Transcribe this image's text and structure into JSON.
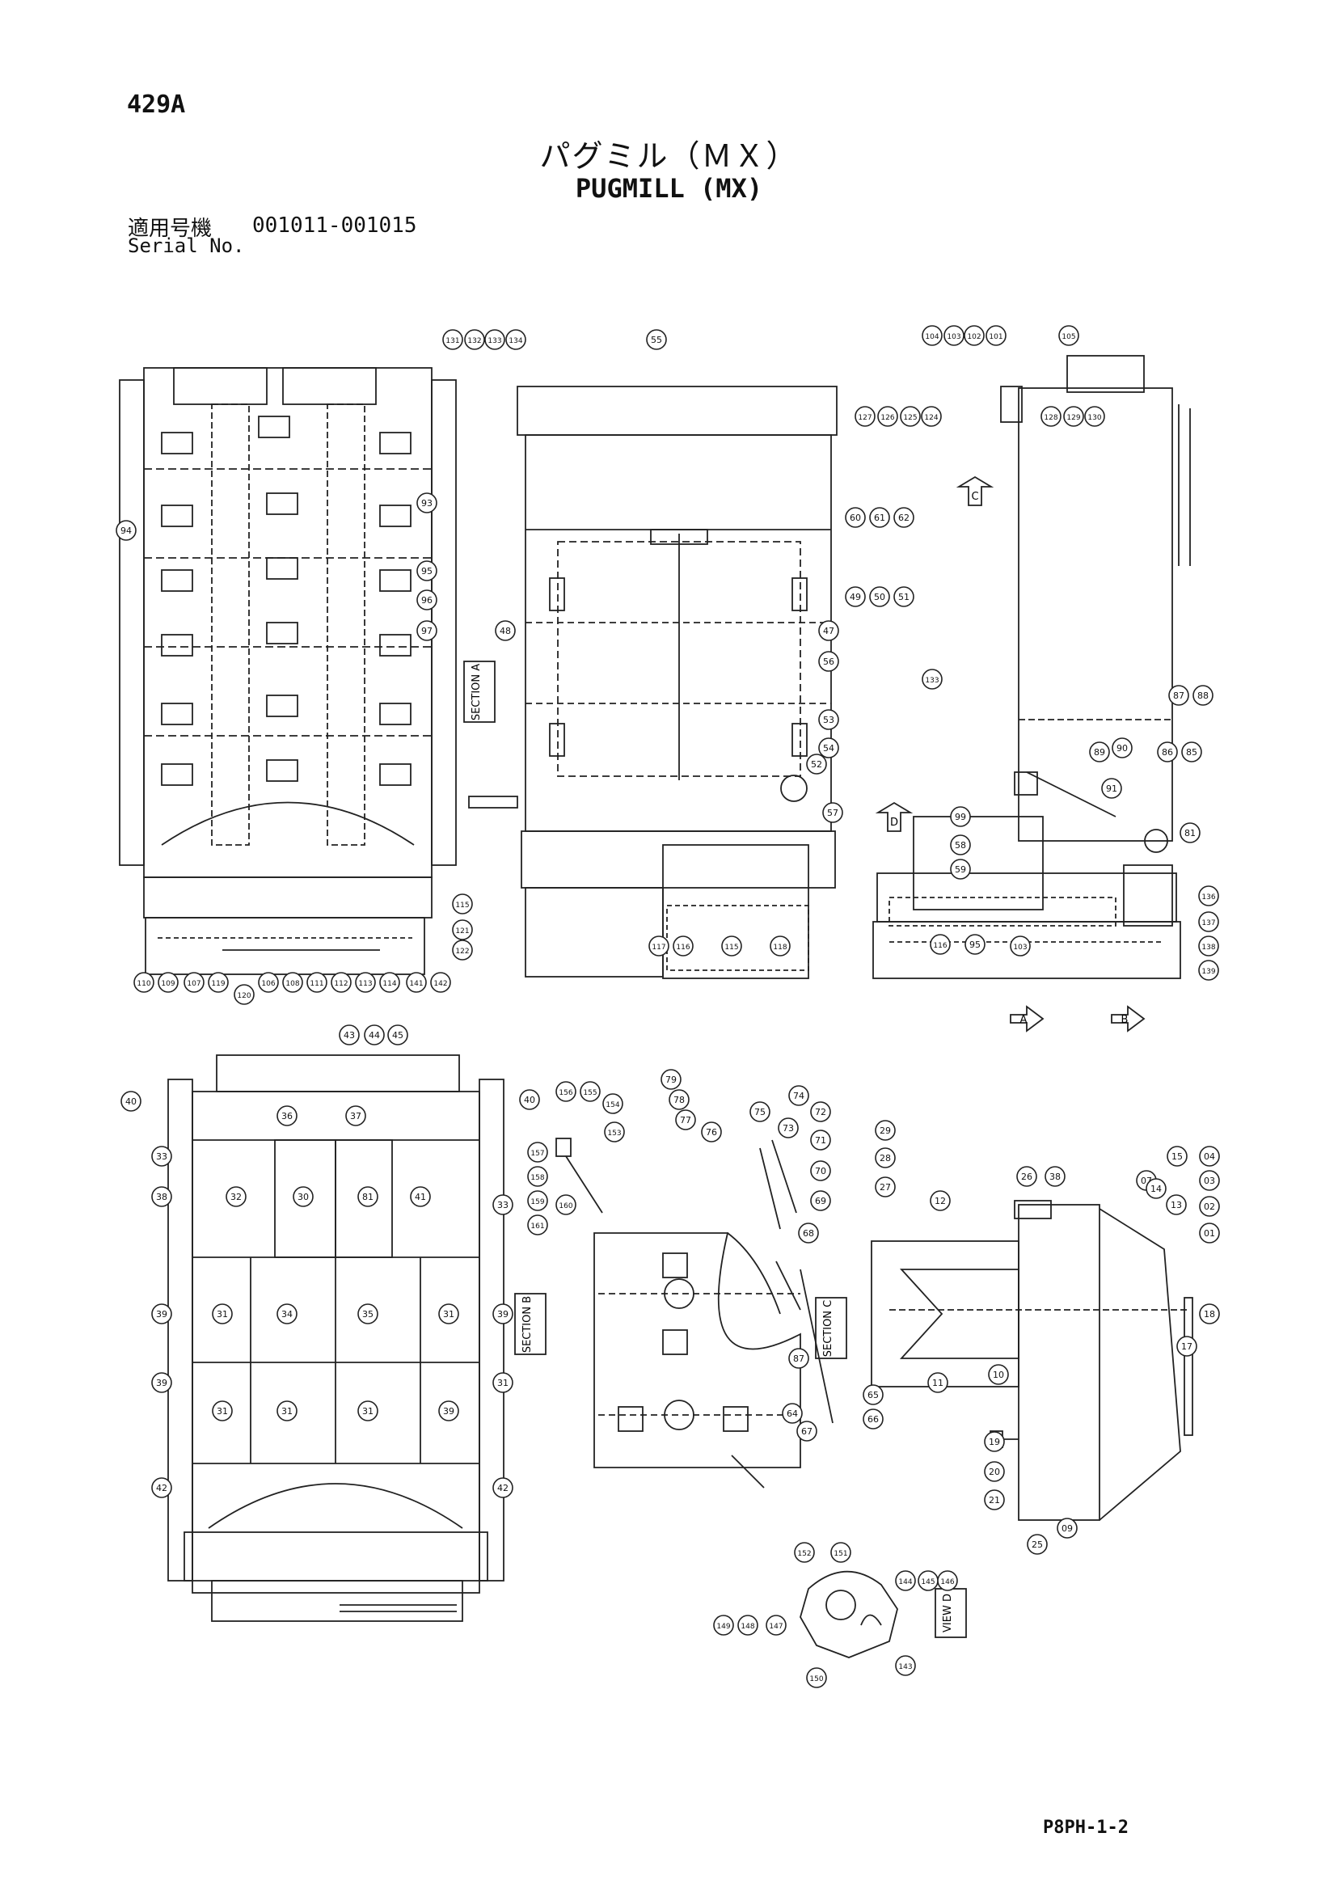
{
  "header": {
    "page_code": "429A",
    "title_ja": "パグミル（ＭＸ）",
    "title_en": "PUGMILL (MX)",
    "serial_label_ja": "適用号機",
    "serial_range": "001011-001015",
    "serial_label_en": "Serial No."
  },
  "sections": {
    "section_a": "SECTION A",
    "section_b": "SECTION B",
    "section_c": "SECTION C",
    "view_d": "VIEW D",
    "view_c_arrow": "C",
    "view_d_arrow": "D",
    "arrow_a": "A",
    "arrow_b": "B"
  },
  "callouts": {
    "top_left": [
      "131",
      "132",
      "133",
      "134",
      "93",
      "94",
      "95",
      "96",
      "97",
      "110",
      "109",
      "107",
      "119",
      "120",
      "106",
      "108",
      "111",
      "112",
      "113",
      "114",
      "141",
      "142",
      "115",
      "121",
      "122"
    ],
    "top_center": [
      "55",
      "60",
      "61",
      "62",
      "48",
      "49",
      "50",
      "51",
      "47",
      "56",
      "53",
      "54",
      "52",
      "57",
      "117",
      "116",
      "115",
      "118"
    ],
    "top_right": [
      "104",
      "103",
      "102",
      "101",
      "105",
      "127",
      "126",
      "125",
      "124",
      "128",
      "129",
      "130",
      "133",
      "89",
      "90",
      "87",
      "88",
      "86",
      "85",
      "91",
      "99",
      "58",
      "59",
      "81",
      "103",
      "116",
      "95",
      "136",
      "137",
      "138",
      "139"
    ],
    "bottom_left": [
      "43",
      "44",
      "45",
      "40",
      "36",
      "37",
      "40",
      "33",
      "38",
      "32",
      "30",
      "81",
      "41",
      "33",
      "39",
      "31",
      "34",
      "35",
      "31",
      "39",
      "39",
      "31",
      "31",
      "31",
      "31",
      "39",
      "42",
      "42"
    ],
    "bottom_center": [
      "156",
      "155",
      "154",
      "153",
      "157",
      "158",
      "159",
      "160",
      "161",
      "77",
      "78",
      "79",
      "76",
      "75",
      "73",
      "74",
      "72",
      "71",
      "70",
      "69",
      "68",
      "87",
      "64",
      "67"
    ],
    "bottom_right": [
      "27",
      "28",
      "29",
      "12",
      "26",
      "38",
      "07",
      "15",
      "14",
      "13",
      "04",
      "03",
      "02",
      "01",
      "18",
      "17",
      "11",
      "10",
      "65",
      "66",
      "19",
      "20",
      "21",
      "25",
      "09"
    ],
    "view_d": [
      "152",
      "151",
      "144",
      "145",
      "146",
      "149",
      "148",
      "147",
      "150",
      "143"
    ]
  },
  "footer": {
    "drawing_code": "P8PH-1-2"
  }
}
